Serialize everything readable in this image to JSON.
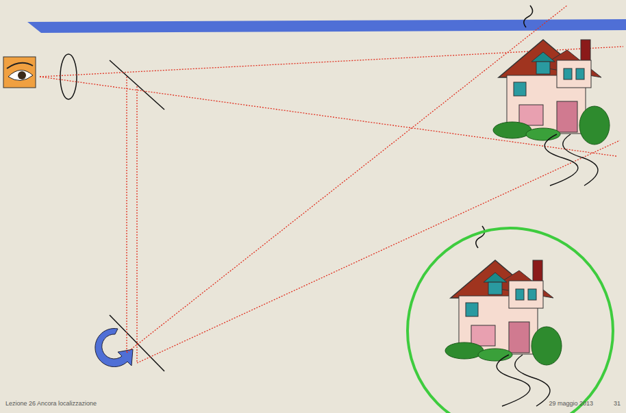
{
  "diagram": {
    "labels": [
      "Lezione 26 Ancora localizzazione",
      "29 maggio 2013",
      "31"
    ]
  }
}
